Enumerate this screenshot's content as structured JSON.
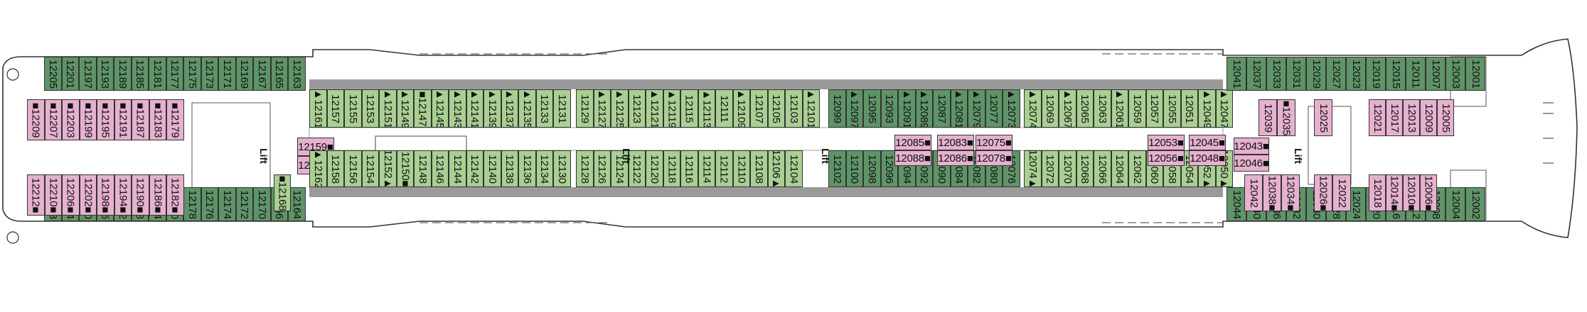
{
  "colors": {
    "suite": "#5f9468",
    "balcony": "#a9cf93",
    "inside": "#e5b1cf",
    "hull": "#333333",
    "service": "#9a9a9a"
  },
  "lift_label": "Lift",
  "fwd_top": [
    "12205",
    "12201",
    "12197",
    "12193",
    "12189",
    "12185",
    "12181",
    "12177",
    "12175",
    "12173",
    "12171",
    "12169",
    "12167",
    "12165",
    "12163"
  ],
  "fwd_bottom": [
    "12208",
    "12204",
    "12200",
    "12196",
    "12192",
    "12188",
    "12184",
    "12180",
    "12178",
    "12176",
    "12174",
    "12172",
    "12170",
    "12166",
    "12164"
  ],
  "fwd_pink_top": [
    "■12209",
    "■12207",
    "■12203",
    "■12199",
    "■12195",
    "■12191",
    "■12187",
    "■12183",
    "■12179"
  ],
  "fwd_pink_bottom": [
    "12212■",
    "12210■",
    "12206■",
    "12202■",
    "12198■",
    "12194■",
    "12190■",
    "12186■",
    "12182■"
  ],
  "fwd_lift_top": "■12168",
  "mid_left_inside": [
    "12159■",
    "12160■"
  ],
  "upper_row_a": [
    "▲12161",
    "12157",
    "12155",
    "12153",
    "▲12151",
    "▲12149",
    "■12147",
    "▲12145",
    "▲12143",
    "▲12141",
    "▲12139",
    "▲12137",
    "▲12135",
    "12133",
    "12131"
  ],
  "upper_row_b": [
    "12129",
    "▲12127",
    "▲12125",
    "12123",
    "▲12121",
    "▲12119",
    "12115",
    "▲12113",
    "12111",
    "▲12109",
    "12107",
    "12105",
    "12103",
    "▲12101"
  ],
  "upper_row_c": [
    "12099",
    "▲12097",
    "12095",
    "12093",
    "▲12091",
    "▲12089",
    "12087",
    "▲12081",
    "▲12079",
    "12077",
    "▲12073"
  ],
  "upper_row_d": [
    "▲12074",
    "12069",
    "▲12067",
    "12065",
    "12063",
    "▲12061",
    "12059",
    "12057",
    "12055",
    "12051",
    "▲12049",
    "▲12047"
  ],
  "lower_row_a": [
    "▲12162",
    "12158",
    "12156",
    "12154",
    "12152▲",
    "12150■",
    "12148",
    "12146",
    "12144",
    "12142",
    "12140",
    "12138",
    "12136",
    "12134",
    "12130"
  ],
  "lower_row_b": [
    "12128",
    "12126",
    "12124",
    "12122",
    "12120",
    "12118",
    "12116",
    "12114",
    "12112",
    "12110",
    "12108",
    "12106▲",
    "12104"
  ],
  "lower_row_c": [
    "12102",
    "12100",
    "12098",
    "12096",
    "12094",
    "12092",
    "12090",
    "12084",
    "12082",
    "12080",
    "12076"
  ],
  "lower_row_d": [
    "12074▲",
    "12072",
    "12070",
    "12068",
    "12066",
    "12064",
    "12062",
    "12060",
    "12058",
    "12054",
    "12052▲",
    "12050▲"
  ],
  "center_inside": [
    [
      "12085■",
      "12088■"
    ],
    [
      "12083■",
      "12086■"
    ],
    [
      "12075■",
      "12078■"
    ],
    [
      "12053■",
      "12056■"
    ],
    [
      "12045■",
      "12048■"
    ]
  ],
  "aft_top": [
    "12041",
    "12037",
    "12033",
    "12031",
    "12029",
    "12027",
    "12023",
    "12019",
    "12015",
    "12011",
    "12007",
    "12003",
    "12001"
  ],
  "aft_bottom": [
    "12044",
    "12040",
    "12036",
    "12032",
    "12030",
    "12028",
    "12024",
    "12020",
    "12016",
    "12012",
    "12008",
    "12004",
    "12002"
  ],
  "aft_pink_top": [
    "12039",
    "■12035",
    "12025",
    "12021",
    "12017",
    "12013",
    "12009",
    "12005"
  ],
  "aft_pink_bottom": [
    "12042",
    "12038■",
    "12034■",
    "12026■",
    "12022",
    "12018",
    "12014■",
    "12010■",
    "12006■"
  ],
  "aft_inside": [
    "12043■",
    "12046■"
  ]
}
